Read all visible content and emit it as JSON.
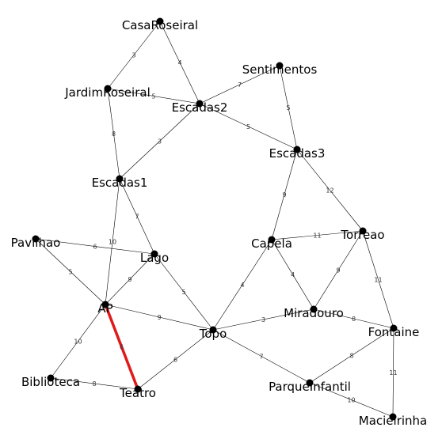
{
  "nodes": [
    {
      "id": "CasaRoseiral",
      "label": "CasaRoseiral"
    },
    {
      "id": "JardimRoseiral",
      "label": "JardimRoseiral"
    },
    {
      "id": "Escadas2",
      "label": "Escadas2"
    },
    {
      "id": "Sentimentos",
      "label": "Sentimentos"
    },
    {
      "id": "Escadas3",
      "label": "Escadas3"
    },
    {
      "id": "Escadas1",
      "label": "Escadas1"
    },
    {
      "id": "Pavilhao",
      "label": "Pavilhao"
    },
    {
      "id": "Lago",
      "label": "Lago"
    },
    {
      "id": "AP",
      "label": "AP"
    },
    {
      "id": "Capela",
      "label": "Capela"
    },
    {
      "id": "Torreao",
      "label": "Torreao"
    },
    {
      "id": "Miradouro",
      "label": "Miradouro"
    },
    {
      "id": "Topo",
      "label": "Topo"
    },
    {
      "id": "Fontaine",
      "label": "Fontaine"
    },
    {
      "id": "Biblioteca",
      "label": "Biblioteca"
    },
    {
      "id": "Teatro",
      "label": "Teatro"
    },
    {
      "id": "ParqueInfantil",
      "label": "ParqueInfantil"
    },
    {
      "id": "Macieirinha",
      "label": "Macieirinha"
    }
  ],
  "edges": [
    {
      "from": "CasaRoseiral",
      "to": "JardimRoseiral",
      "weight": "3"
    },
    {
      "from": "CasaRoseiral",
      "to": "Escadas2",
      "weight": "4"
    },
    {
      "from": "JardimRoseiral",
      "to": "Escadas2",
      "weight": "5"
    },
    {
      "from": "JardimRoseiral",
      "to": "Escadas1",
      "weight": "8"
    },
    {
      "from": "Escadas2",
      "to": "Sentimentos",
      "weight": "7"
    },
    {
      "from": "Escadas2",
      "to": "Escadas3",
      "weight": "5"
    },
    {
      "from": "Escadas2",
      "to": "Escadas1",
      "weight": "3"
    },
    {
      "from": "Sentimentos",
      "to": "Escadas3",
      "weight": "5"
    },
    {
      "from": "Escadas3",
      "to": "Capela",
      "weight": "9"
    },
    {
      "from": "Escadas3",
      "to": "Torreao",
      "weight": "12"
    },
    {
      "from": "Escadas1",
      "to": "Lago",
      "weight": "7"
    },
    {
      "from": "Escadas1",
      "to": "AP",
      "weight": "10"
    },
    {
      "from": "Pavilhao",
      "to": "Lago",
      "weight": "6"
    },
    {
      "from": "Pavilhao",
      "to": "AP",
      "weight": "5"
    },
    {
      "from": "Lago",
      "to": "AP",
      "weight": "9"
    },
    {
      "from": "Lago",
      "to": "Topo",
      "weight": "5"
    },
    {
      "from": "AP",
      "to": "Topo",
      "weight": "9"
    },
    {
      "from": "AP",
      "to": "Biblioteca",
      "weight": "10"
    },
    {
      "from": "AP",
      "to": "Teatro",
      "weight": "6",
      "highlight": true
    },
    {
      "from": "Capela",
      "to": "Torreao",
      "weight": "11"
    },
    {
      "from": "Capela",
      "to": "Miradouro",
      "weight": "4"
    },
    {
      "from": "Capela",
      "to": "Topo",
      "weight": "4"
    },
    {
      "from": "Torreao",
      "to": "Miradouro",
      "weight": "9"
    },
    {
      "from": "Torreao",
      "to": "Fontaine",
      "weight": "11"
    },
    {
      "from": "Miradouro",
      "to": "Topo",
      "weight": "3"
    },
    {
      "from": "Miradouro",
      "to": "Fontaine",
      "weight": "8"
    },
    {
      "from": "Topo",
      "to": "Teatro",
      "weight": "6"
    },
    {
      "from": "Topo",
      "to": "ParqueInfantil",
      "weight": "7"
    },
    {
      "from": "Biblioteca",
      "to": "Teatro",
      "weight": "8"
    },
    {
      "from": "Fontaine",
      "to": "ParqueInfantil",
      "weight": "8"
    },
    {
      "from": "Fontaine",
      "to": "Macieirinha",
      "weight": "11"
    },
    {
      "from": "ParqueInfantil",
      "to": "Macieirinha",
      "weight": "10"
    }
  ],
  "colors": {
    "highlight_edge": "#e0191b",
    "node": "#000000",
    "edge": "#000000"
  }
}
